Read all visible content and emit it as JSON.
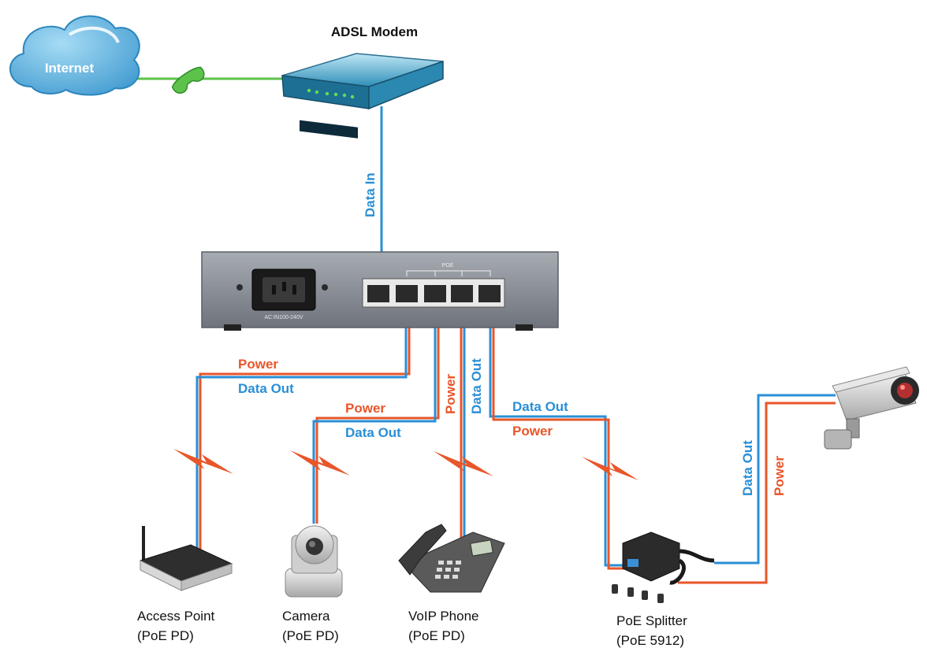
{
  "colors": {
    "data_line": "#2a8fd6",
    "power_line": "#e8562a",
    "phone_line": "#5cc24a",
    "cloud": "#7cc4ec",
    "switch_body": "#8a8e96"
  },
  "internet": {
    "label": "Internet"
  },
  "modem": {
    "label": "ADSL Modem"
  },
  "uplink": {
    "label": "Data In"
  },
  "switch": {
    "poe_label": "POE",
    "ac_label": "AC:IN100-240V"
  },
  "links": {
    "access_point": {
      "power": "Power",
      "data": "Data Out"
    },
    "camera": {
      "power": "Power",
      "data": "Data Out"
    },
    "voip": {
      "power": "Power",
      "data": "Data Out"
    },
    "splitter": {
      "data": "Data Out",
      "power": "Power"
    },
    "ip_camera": {
      "data": "Data Out",
      "power": "Power"
    }
  },
  "devices": {
    "access_point": {
      "name": "Access Point",
      "sub": "(PoE PD)"
    },
    "camera": {
      "name": "Camera",
      "sub": "(PoE PD)"
    },
    "voip_phone": {
      "name": "VoIP Phone",
      "sub": "(PoE PD)"
    },
    "splitter": {
      "name": "PoE Splitter",
      "sub": "(PoE 5912)"
    }
  }
}
